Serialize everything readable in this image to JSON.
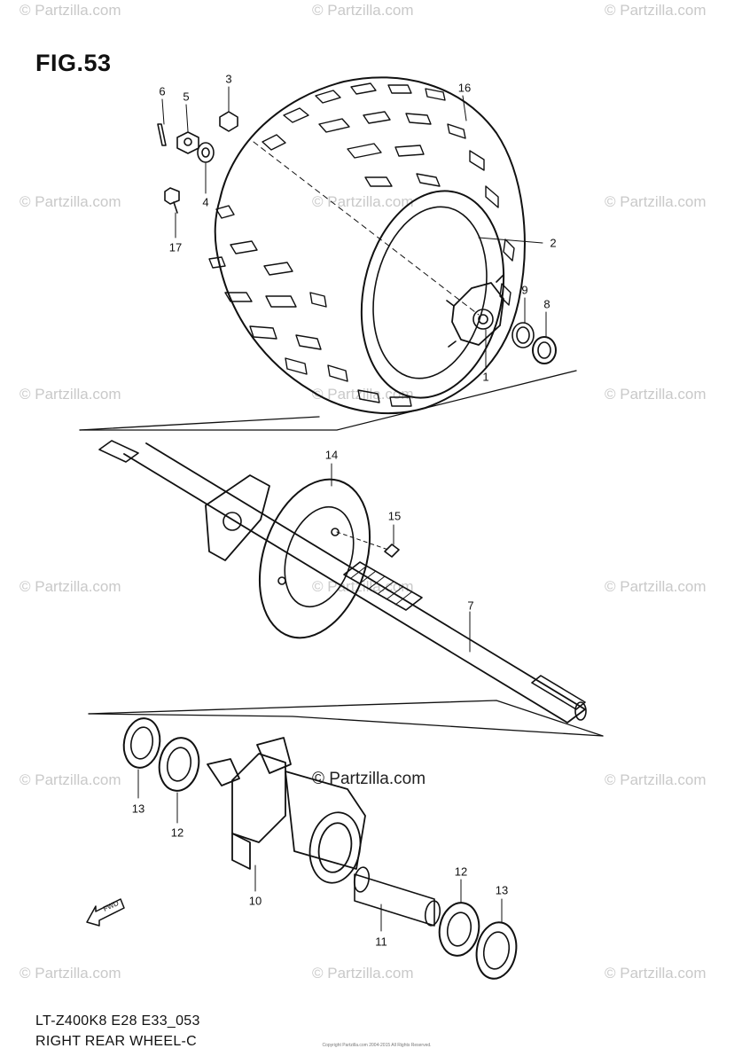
{
  "figure": {
    "title": "FIG.53",
    "model_code": "LT-Z400K8 E28 E33_053",
    "caption": "RIGHT REAR WHEEL-C",
    "copyright_fine_print": "Copyright Partzilla.com 2004-2015 All Rights Reserved."
  },
  "watermark": {
    "text": "© Partzilla.com",
    "center_text": "© Partzilla.com"
  },
  "callouts": {
    "c1": "1",
    "c2": "2",
    "c3": "3",
    "c4": "4",
    "c5": "5",
    "c6": "6",
    "c7": "7",
    "c8": "8",
    "c9": "9",
    "c10": "10",
    "c11": "11",
    "c12a": "12",
    "c12b": "12",
    "c13a": "13",
    "c13b": "13",
    "c14": "14",
    "c15": "15",
    "c16": "16",
    "c17": "17"
  },
  "fwd_label": "FWD",
  "icons": {
    "fwd": "fwd-arrow-icon"
  }
}
